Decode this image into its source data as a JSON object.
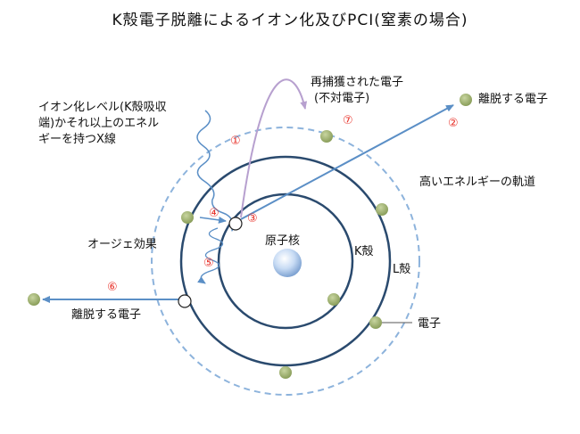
{
  "title": "K殻電子脱離によるイオン化及びPCI(窒素の場合)",
  "labels": {
    "xray_line1": "イオン化レベル(K殻吸収",
    "xray_line2": "端)かそれ以上のエネル",
    "xray_line3": "ギーを持つX線",
    "recaptured_line1": "再捕獲された電子",
    "recaptured_line2": "(不対電子)",
    "ejected_right": "離脱する電子",
    "high_energy_orbit": "高いエネルギーの軌道",
    "nucleus": "原子核",
    "k_shell": "K殻",
    "l_shell": "L殻",
    "electron": "電子",
    "auger": "オージェ効果",
    "ejected_left": "離脱する電子"
  },
  "steps": {
    "s1": "①",
    "s2": "②",
    "s3": "③",
    "s4": "④",
    "s5": "⑤",
    "s6": "⑥",
    "s7": "⑦"
  },
  "colors": {
    "orbit": "#2a4a6e",
    "outer_orbit": "#8db3dc",
    "electron": "#9aad6a",
    "arrow": "#5b8fc6",
    "recapture_arrow": "#b7a0cf",
    "step_number": "#e8322a",
    "nucleus": "#bcd2f0"
  }
}
